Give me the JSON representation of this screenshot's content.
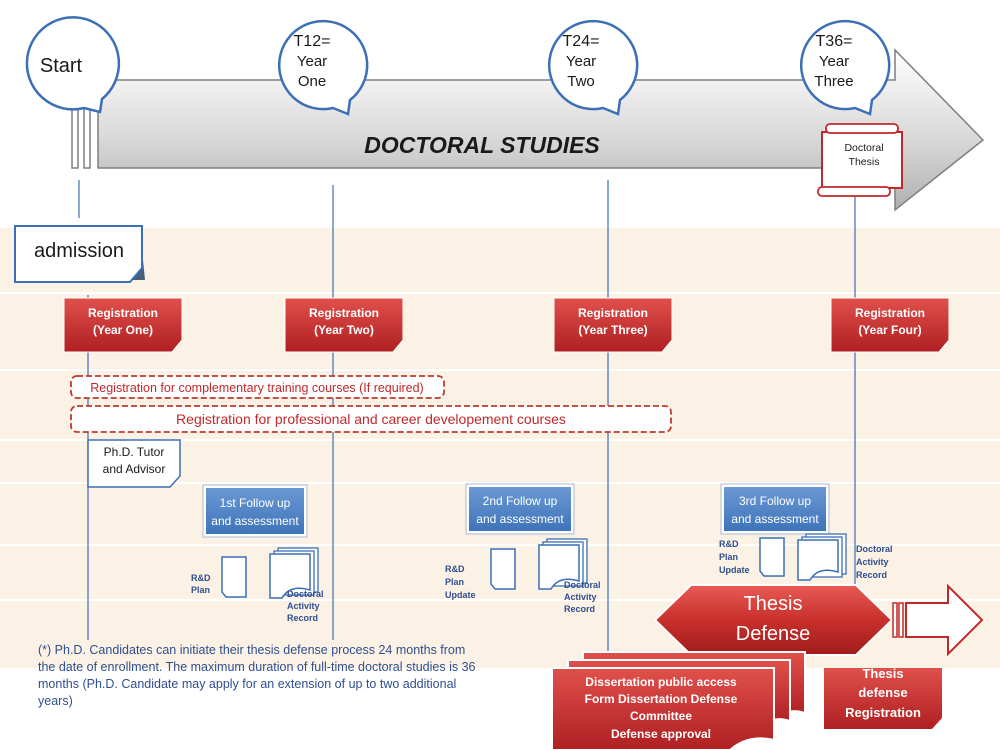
{
  "timeline": {
    "title": "DOCTORAL STUDIES",
    "milestones": [
      {
        "lines": [
          "Start"
        ]
      },
      {
        "lines": [
          "T12=",
          "Year",
          "One"
        ]
      },
      {
        "lines": [
          "T24=",
          "Year",
          "Two"
        ]
      },
      {
        "lines": [
          "T36=",
          "Year",
          "Three"
        ]
      }
    ],
    "scroll_label": [
      "Doctoral",
      "Thesis"
    ]
  },
  "admission": "admission",
  "registrations": [
    {
      "lines": [
        "Registration",
        "(Year One)"
      ]
    },
    {
      "lines": [
        "Registration",
        "(Year Two)"
      ]
    },
    {
      "lines": [
        "Registration",
        "(Year Three)"
      ]
    },
    {
      "lines": [
        "Registration",
        "(Year Four)"
      ]
    }
  ],
  "courses": {
    "complementary": "Registration for complementary training courses (If required)",
    "professional": "Registration for professional and career developement courses"
  },
  "tutor": [
    "Ph.D. Tutor",
    "and Advisor"
  ],
  "followups": [
    {
      "lines": [
        "1st Follow up",
        "and assessment"
      ]
    },
    {
      "lines": [
        "2nd Follow up",
        "and assessment"
      ]
    },
    {
      "lines": [
        "3rd Follow up",
        "and assessment"
      ]
    }
  ],
  "documents": {
    "rd_plan": [
      "R&D",
      "Plan"
    ],
    "rd_plan_update": [
      "R&D",
      "Plan",
      "Update"
    ],
    "activity_record": [
      "Doctoral",
      "Activity",
      "Record"
    ]
  },
  "thesis_defense": [
    "Thesis",
    "Defense"
  ],
  "defense_registration": [
    "Thesis",
    "defense",
    "Registration"
  ],
  "dissertation_stack": [
    "Dissertation  public access",
    "Form Dissertation  Defense",
    "Committee",
    "Defense approval"
  ],
  "note": "(*) Ph.D. Candidates can initiate their thesis defense process 24 months from the date of enrollment. The maximum duration of full-time doctoral studies is 36 months (Ph.D. Candidate may apply for an extension of up to two additional years)",
  "colors": {
    "primary_blue": "#3b6fb6",
    "registration_red": "#c0292b",
    "dashed_red": "#c0392b",
    "followup_blue": "#4f81bd",
    "band": "#fbf1e4"
  }
}
